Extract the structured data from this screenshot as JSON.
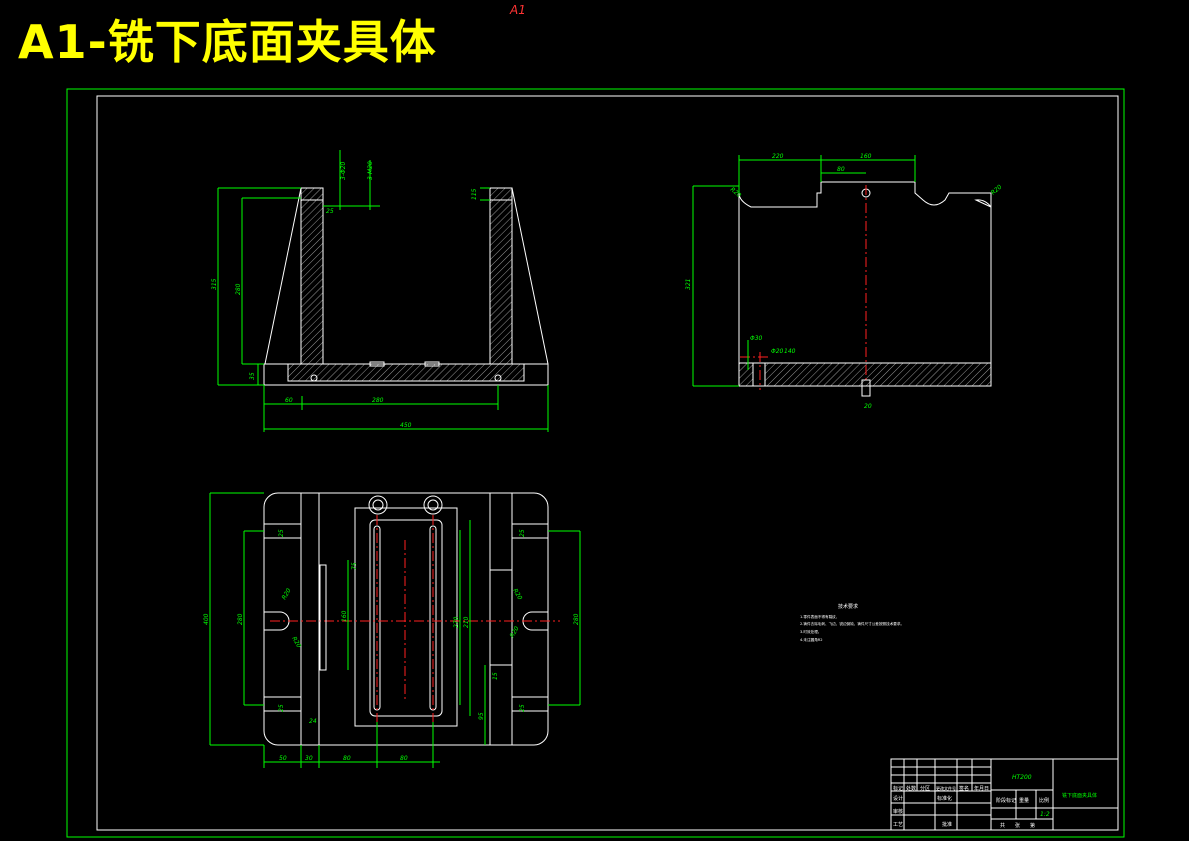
{
  "header": {
    "title": "A1-铣下底面夹具体",
    "sheet_size": "A1"
  },
  "colors": {
    "background": "#000000",
    "title": "#ffff00",
    "geometry": "#ffffff",
    "dimension": "#00ff00",
    "centerline": "#ff2020",
    "sheet_label": "#ff3333"
  },
  "front_view_dims": {
    "overall_width": "450",
    "base_width": "280",
    "left_offset": "60",
    "total_height": "315",
    "inner_height": "280",
    "base_height": "35",
    "top_slot": "3-Φ20",
    "top_hole": "3-M20",
    "top_width": "25",
    "top_height": "115"
  },
  "side_view_dims": {
    "left": "220",
    "right": "160",
    "notch": "80",
    "height": "321",
    "hole_a": "Φ30",
    "hole_b": "Φ20",
    "hole_c": "140",
    "radius_l": "R20",
    "radius_r": "R20",
    "small": "20"
  },
  "top_view_dims": {
    "height": "400",
    "inner_left": "280",
    "inner_right": "280",
    "mid": "270",
    "mid2": "210",
    "slot1": "75",
    "slot2": "160",
    "a": "25",
    "b": "25",
    "c": "25",
    "d": "25",
    "r1": "R20",
    "r2": "R20",
    "r3": "R20",
    "r4": "R20",
    "bottom_1": "50",
    "bottom_2": "30",
    "bottom_3": "80",
    "bottom_4": "80",
    "small_bottom": "24",
    "h15": "15",
    "h95": "95"
  },
  "notes": {
    "title": "技术要求",
    "lines": [
      "1.零件表面不得有裂纹、",
      "2.铸件去除毛刺、飞边，锐边倒钝，铸件尺寸公差按照技术要求。",
      "3.时效处理。",
      "4.未注圆角R2"
    ]
  },
  "title_block": {
    "material": "HT200",
    "drawing_name": "铣下底面夹具体",
    "scale": "1:2",
    "labels": {
      "mark": "标记",
      "count": "处数",
      "zone": "分区",
      "change_doc": "更改文件号",
      "signature": "签名",
      "date": "年月日",
      "design": "设计",
      "standardize": "标准化",
      "stage": "阶段标记",
      "weight": "重量",
      "scale_label": "比例",
      "check": "审核",
      "process": "工艺",
      "approve": "批准",
      "sheet_total": "共",
      "sheet_no": "张",
      "page": "第"
    }
  }
}
